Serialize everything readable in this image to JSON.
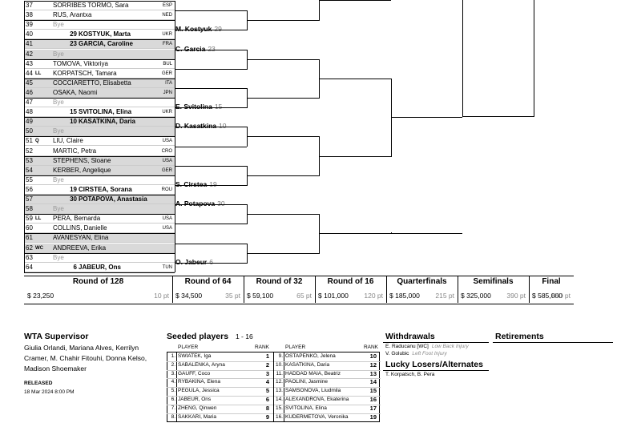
{
  "draw_rows": [
    {
      "num": "37",
      "tag": "",
      "seed": "",
      "name": "SORRIBES TORMO, Sara",
      "country": "ESP",
      "shade": false,
      "bye": false
    },
    {
      "num": "38",
      "tag": "",
      "seed": "",
      "name": "RUS, Arantxa",
      "country": "NED",
      "shade": false,
      "bye": false
    },
    {
      "num": "39",
      "tag": "",
      "seed": "",
      "name": "Bye",
      "country": "",
      "shade": false,
      "bye": true
    },
    {
      "num": "40",
      "tag": "",
      "seed": "29",
      "name": "KOSTYUK, Marta",
      "country": "UKR",
      "shade": false,
      "bye": false
    },
    {
      "num": "41",
      "tag": "",
      "seed": "23",
      "name": "GARCIA, Caroline",
      "country": "FRA",
      "shade": true,
      "bye": false
    },
    {
      "num": "42",
      "tag": "",
      "seed": "",
      "name": "Bye",
      "country": "",
      "shade": true,
      "bye": true
    },
    {
      "num": "43",
      "tag": "",
      "seed": "",
      "name": "TOMOVA, Viktoriya",
      "country": "BUL",
      "shade": false,
      "bye": false
    },
    {
      "num": "44",
      "tag": "LL",
      "seed": "",
      "name": "KORPATSCH, Tamara",
      "country": "GER",
      "shade": false,
      "bye": false
    },
    {
      "num": "45",
      "tag": "",
      "seed": "",
      "name": "COCCIARETTO, Elisabetta",
      "country": "ITA",
      "shade": true,
      "bye": false
    },
    {
      "num": "46",
      "tag": "",
      "seed": "",
      "name": "OSAKA, Naomi",
      "country": "JPN",
      "shade": true,
      "bye": false
    },
    {
      "num": "47",
      "tag": "",
      "seed": "",
      "name": "Bye",
      "country": "",
      "shade": false,
      "bye": true
    },
    {
      "num": "48",
      "tag": "",
      "seed": "15",
      "name": "SVITOLINA, Elina",
      "country": "UKR",
      "shade": false,
      "bye": false
    },
    {
      "num": "49",
      "tag": "",
      "seed": "10",
      "name": "KASATKINA, Daria",
      "country": "",
      "shade": true,
      "bye": false
    },
    {
      "num": "50",
      "tag": "",
      "seed": "",
      "name": "Bye",
      "country": "",
      "shade": true,
      "bye": true
    },
    {
      "num": "51",
      "tag": "Q",
      "seed": "",
      "name": "LIU, Claire",
      "country": "USA",
      "shade": false,
      "bye": false
    },
    {
      "num": "52",
      "tag": "",
      "seed": "",
      "name": "MARTIC, Petra",
      "country": "CRO",
      "shade": false,
      "bye": false
    },
    {
      "num": "53",
      "tag": "",
      "seed": "",
      "name": "STEPHENS, Sloane",
      "country": "USA",
      "shade": true,
      "bye": false
    },
    {
      "num": "54",
      "tag": "",
      "seed": "",
      "name": "KERBER, Angelique",
      "country": "GER",
      "shade": true,
      "bye": false
    },
    {
      "num": "55",
      "tag": "",
      "seed": "",
      "name": "Bye",
      "country": "",
      "shade": false,
      "bye": true
    },
    {
      "num": "56",
      "tag": "",
      "seed": "19",
      "name": "CIRSTEA, Sorana",
      "country": "ROU",
      "shade": false,
      "bye": false
    },
    {
      "num": "57",
      "tag": "",
      "seed": "30",
      "name": "POTAPOVA, Anastasia",
      "country": "",
      "shade": true,
      "bye": false
    },
    {
      "num": "58",
      "tag": "",
      "seed": "",
      "name": "Bye",
      "country": "",
      "shade": true,
      "bye": true
    },
    {
      "num": "59",
      "tag": "LL",
      "seed": "",
      "name": "PERA, Bernarda",
      "country": "USA",
      "shade": false,
      "bye": false
    },
    {
      "num": "60",
      "tag": "",
      "seed": "",
      "name": "COLLINS, Danielle",
      "country": "USA",
      "shade": false,
      "bye": false
    },
    {
      "num": "61",
      "tag": "",
      "seed": "",
      "name": "AVANESYAN, Elina",
      "country": "",
      "shade": true,
      "bye": false
    },
    {
      "num": "62",
      "tag": "WC",
      "seed": "",
      "name": "ANDREEVA, Erika",
      "country": "",
      "shade": true,
      "bye": false
    },
    {
      "num": "63",
      "tag": "",
      "seed": "",
      "name": "Bye",
      "country": "",
      "shade": false,
      "bye": true
    },
    {
      "num": "64",
      "tag": "",
      "seed": "6",
      "name": "JABEUR, Ons",
      "country": "TUN",
      "shade": false,
      "bye": false
    }
  ],
  "round64": [
    {
      "name": "M. Kostyuk",
      "seed": "29"
    },
    {
      "name": "C. Garcia",
      "seed": "23"
    },
    {
      "name": "E. Svitolina",
      "seed": "15"
    },
    {
      "name": "D. Kasatkina",
      "seed": "10"
    },
    {
      "name": "S. Cirstea",
      "seed": "19"
    },
    {
      "name": "A. Potapova",
      "seed": "30"
    },
    {
      "name": "O. Jabeur",
      "seed": "6"
    }
  ],
  "prize": {
    "rounds": [
      {
        "label": "Round of 128",
        "money": "$ 23,250",
        "pts": "10 pt"
      },
      {
        "label": "Round of 64",
        "money": "$ 34,500",
        "pts": "35 pt"
      },
      {
        "label": "Round of 32",
        "money": "$ 59,100",
        "pts": "65 pt"
      },
      {
        "label": "Round of 16",
        "money": "$ 101,000",
        "pts": "120 pt"
      },
      {
        "label": "Quarterfinals",
        "money": "$ 185,000",
        "pts": "215 pt"
      },
      {
        "label": "Semifinals",
        "money": "$ 325,000",
        "pts": "390 pt"
      },
      {
        "label": "Final",
        "money": "$ 585,000",
        "pts": "650 pt"
      }
    ]
  },
  "supervisor": {
    "title": "WTA Supervisor",
    "names": "Giulia Orlandi, Mariana Alves, Kerrilyn Cramer, M. Chahir Fitouhi, Donna Kelso, Madison Shoemaker",
    "released_label": "RELEASED",
    "released_date": "18 Mar 2024   8:00 PM"
  },
  "seeded": {
    "title": "Seeded players",
    "range": "1 - 16",
    "col_player": "PLAYER",
    "col_rank": "RANK",
    "left": [
      {
        "n": "1.",
        "name": "SWIATEK, Iga",
        "rank": "1"
      },
      {
        "n": "2.",
        "name": "SABALENKA, Aryna",
        "rank": "2"
      },
      {
        "n": "3.",
        "name": "GAUFF, Coco",
        "rank": "3"
      },
      {
        "n": "4.",
        "name": "RYBAKINA, Elena",
        "rank": "4"
      },
      {
        "n": "5.",
        "name": "PEGULA, Jessica",
        "rank": "5"
      },
      {
        "n": "6.",
        "name": "JABEUR, Ons",
        "rank": "6"
      },
      {
        "n": "7.",
        "name": "ZHENG, Qinwen",
        "rank": "8"
      },
      {
        "n": "8.",
        "name": "SAKKARI, Maria",
        "rank": "9"
      }
    ],
    "right": [
      {
        "n": "9.",
        "name": "OSTAPENKO, Jelena",
        "rank": "10"
      },
      {
        "n": "10.",
        "name": "KASATKINA, Daria",
        "rank": "12"
      },
      {
        "n": "11.",
        "name": "HADDAD MAIA, Beatriz",
        "rank": "13"
      },
      {
        "n": "12.",
        "name": "PAOLINI, Jasmine",
        "rank": "14"
      },
      {
        "n": "13.",
        "name": "SAMSONOVA, Liudmila",
        "rank": "15"
      },
      {
        "n": "14.",
        "name": "ALEXANDROVA, Ekaterina",
        "rank": "16"
      },
      {
        "n": "15.",
        "name": "SVITOLINA, Elina",
        "rank": "17"
      },
      {
        "n": "16.",
        "name": "KUDERMETOVA, Veronika",
        "rank": "19"
      }
    ]
  },
  "withdrawals": {
    "title": "Withdrawals",
    "items": [
      {
        "name": "E. Raducanu [WC]",
        "note": "Low Back Injury"
      },
      {
        "name": "V. Golubic",
        "note": "Left Foot Injury"
      }
    ]
  },
  "retirements": {
    "title": "Retirements"
  },
  "lucky": {
    "title": "Lucky Losers/Alternates",
    "text": "T. Korpatsch, B. Pera"
  }
}
